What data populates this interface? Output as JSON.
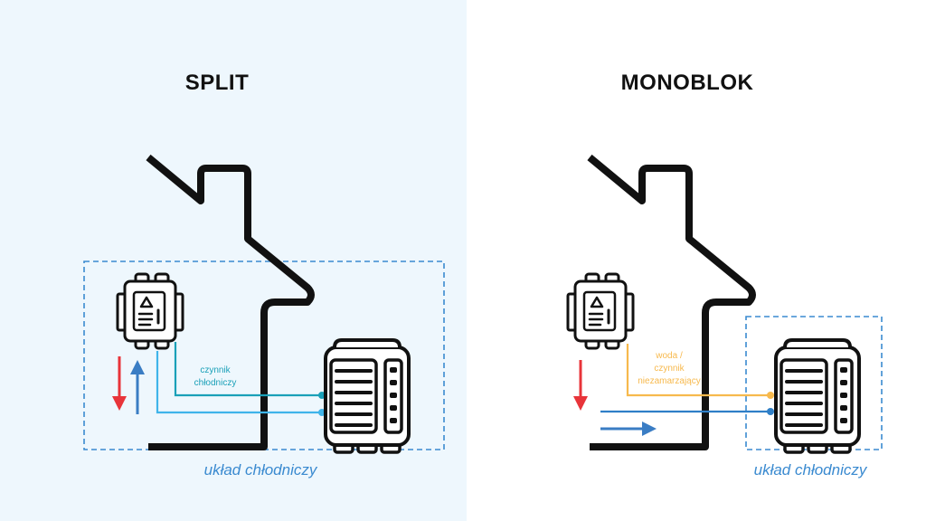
{
  "split": {
    "title": "SPLIT",
    "pipe_label_line1": "czynnik",
    "pipe_label_line2": "chłodniczy",
    "circuit_label": "układ chłodniczy"
  },
  "monoblok": {
    "title": "MONOBLOK",
    "pipe_label_line1": "woda /",
    "pipe_label_line2": "czynnik",
    "pipe_label_line3": "niezamarzający",
    "circuit_label": "układ chłodniczy"
  },
  "colors": {
    "left_background": "#eef7fd",
    "house_outline": "#111111",
    "refrigerant_line_dark": "#1aa0b8",
    "refrigerant_line_light": "#3fb4ea",
    "water_line": "#f7b94d",
    "return_line": "#2f7fc7",
    "hot_arrow": "#e8343a",
    "cold_arrow": "#3a7dc4",
    "circuit_border": "#3a8ad0",
    "circuit_label": "#3a8ad0"
  },
  "icons": [
    "boiler-icon",
    "outdoor-unit-icon",
    "hot-water-arrow-icon",
    "cold-water-arrow-icon",
    "flow-arrow-icon"
  ]
}
